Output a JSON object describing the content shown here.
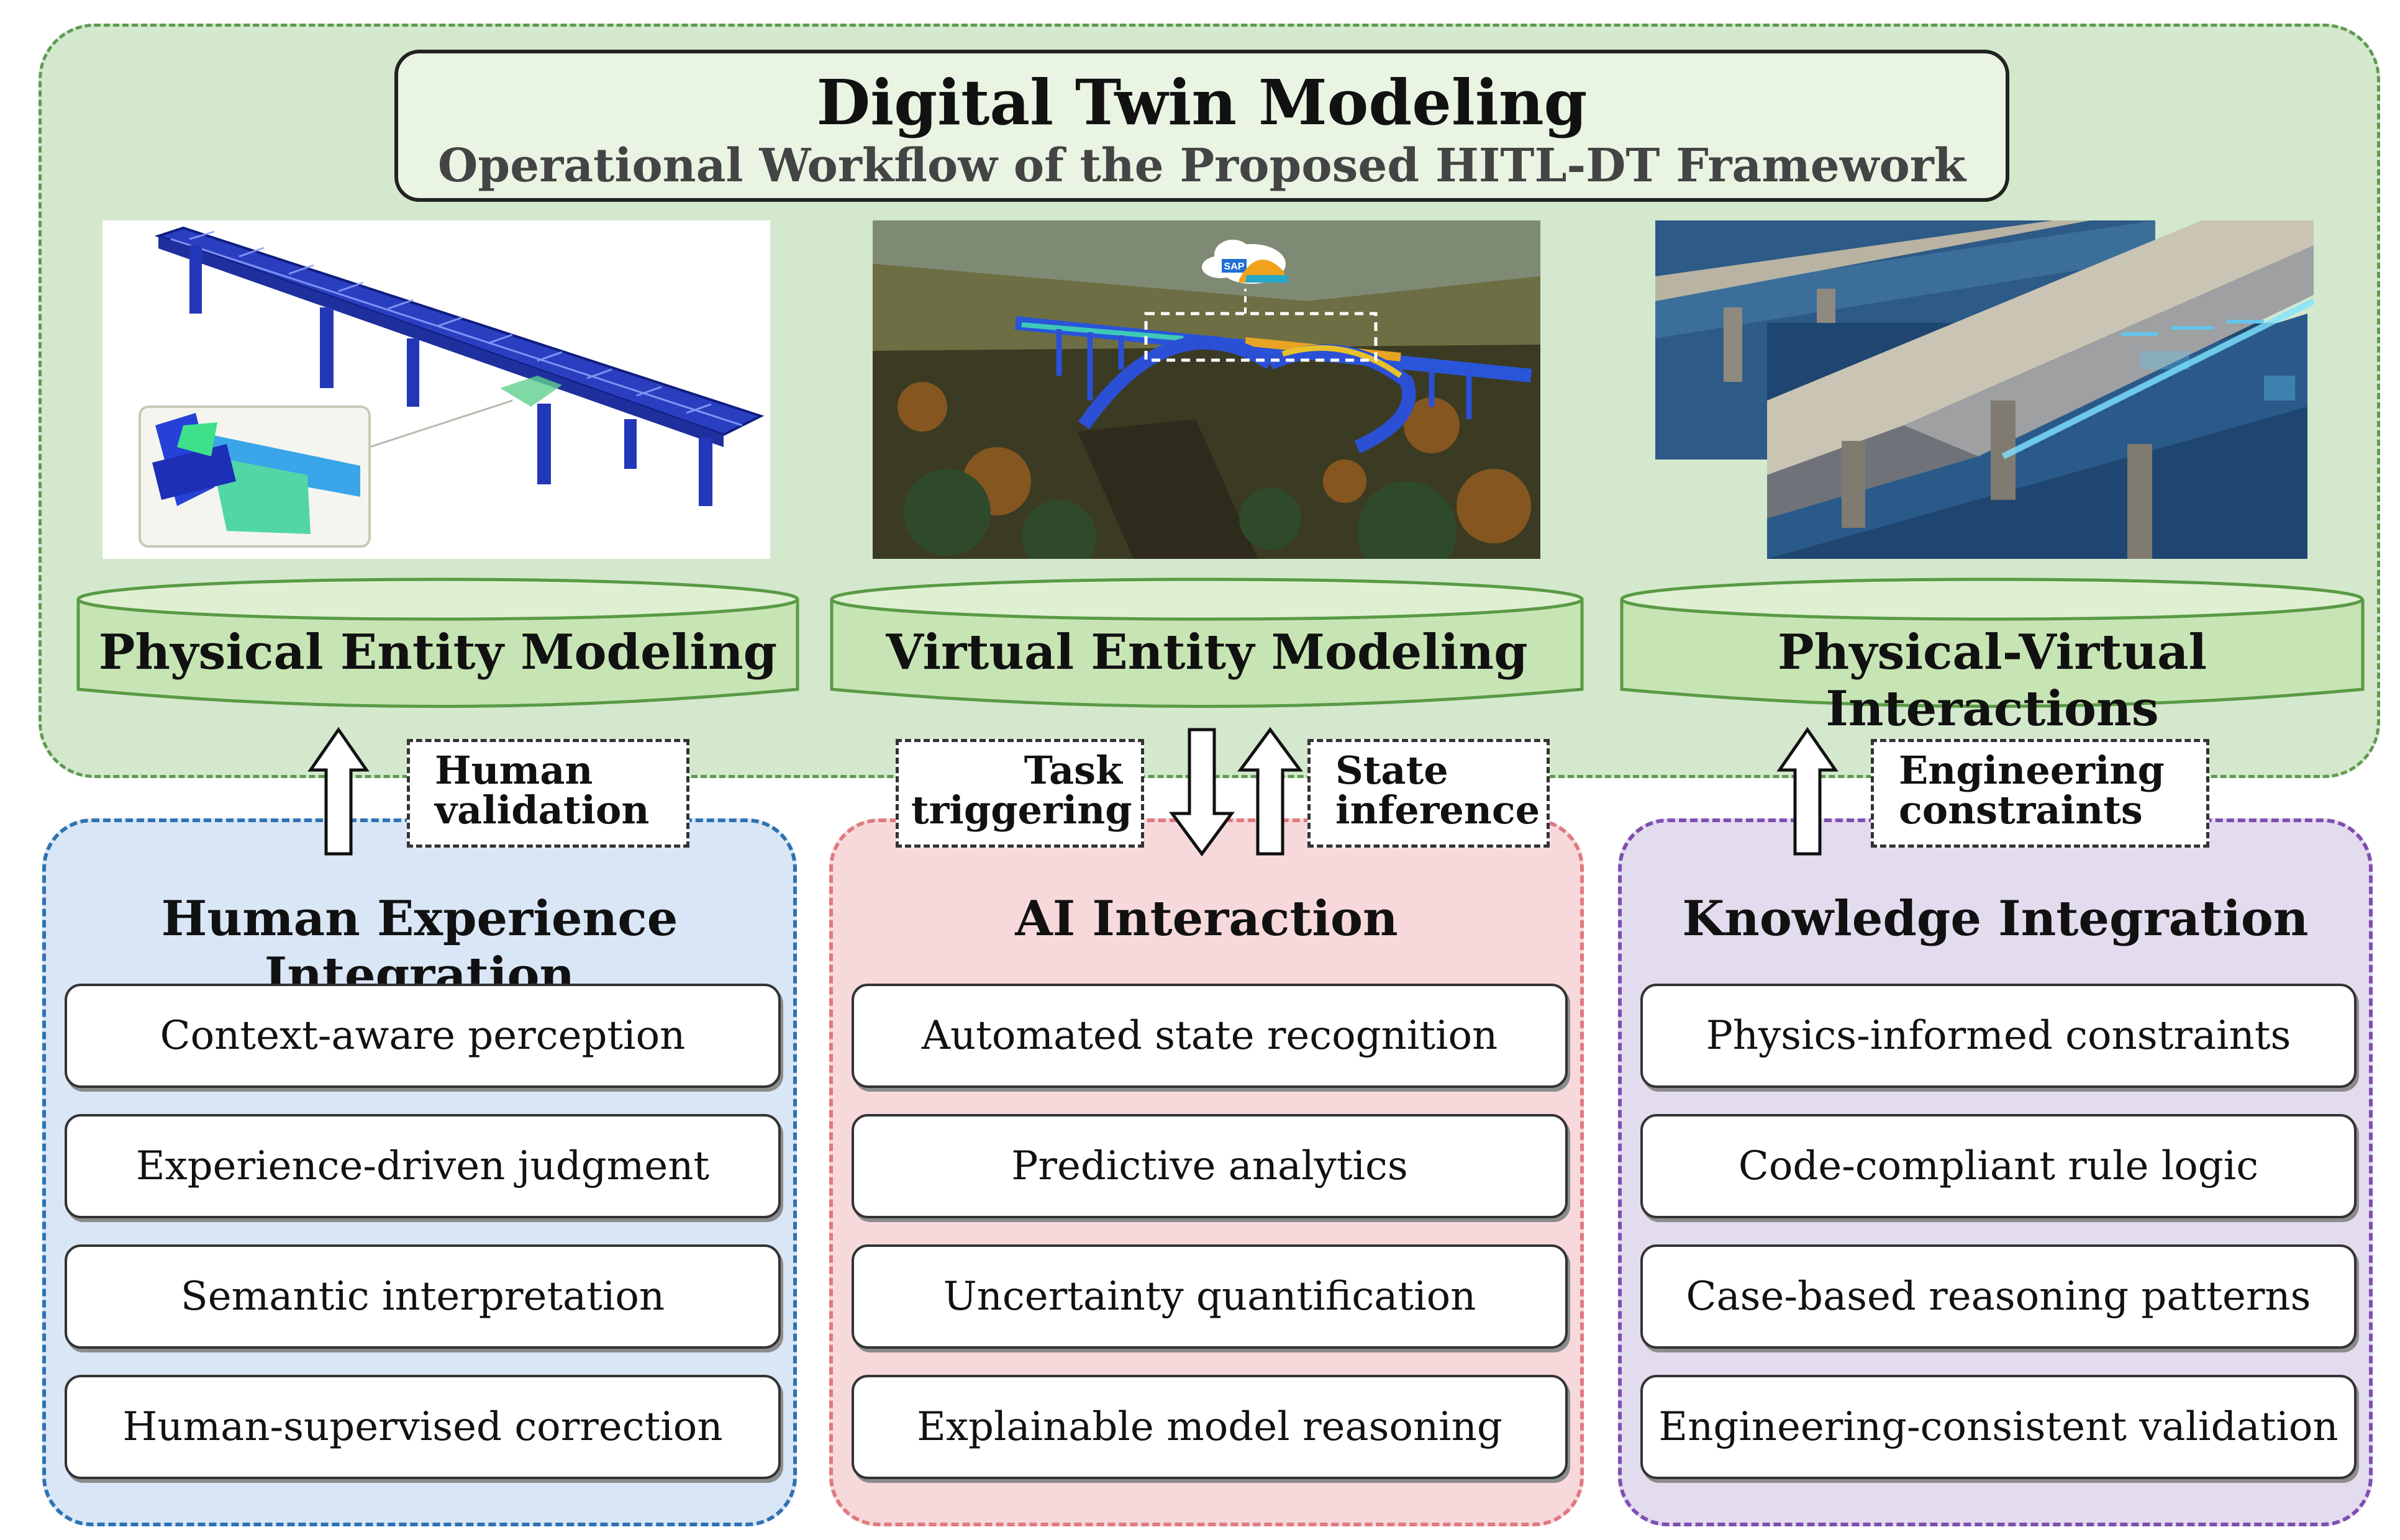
{
  "header": {
    "title": "Digital Twin Modeling",
    "subtitle": "Operational Workflow of the Proposed HITL-DT Framework"
  },
  "images": {
    "virtual_cloud_label": "SAP"
  },
  "modules": [
    {
      "label": "Physical Entity Modeling"
    },
    {
      "label": "Virtual Entity Modeling"
    },
    {
      "label": "Physical-Virtual Interactions"
    }
  ],
  "links": {
    "human_validation": {
      "line1": "Human",
      "line2": "validation"
    },
    "task_triggering": {
      "line1": "Task",
      "line2": "triggering"
    },
    "state_inference": {
      "line1": "State",
      "line2": "inference"
    },
    "engineering_constraints": {
      "line1": "Engineering",
      "line2": "constraints"
    }
  },
  "panels": {
    "human": {
      "title": "Human Experience Integration",
      "items": [
        "Context-aware perception",
        "Experience-driven judgment",
        "Semantic interpretation",
        "Human-supervised correction"
      ]
    },
    "ai": {
      "title": "AI Interaction",
      "items": [
        "Automated state recognition",
        "Predictive analytics",
        "Uncertainty quantification",
        "Explainable model reasoning"
      ]
    },
    "knowledge": {
      "title": "Knowledge Integration",
      "items": [
        "Physics-informed constraints",
        "Code-compliant rule logic",
        "Case-based reasoning patterns",
        "Engineering-consistent validation"
      ]
    }
  },
  "colors": {
    "dt_bg": "#d3e8cd",
    "dt_border": "#5f9a50",
    "cylinder_fill": "#c7e5b4",
    "cylinder_top": "#dff0d2",
    "human_bg": "#d9e6f6",
    "human_border": "#2f72b3",
    "ai_bg": "#f7d9dc",
    "ai_border": "#e07a7e",
    "knowledge_bg": "#e3dbee",
    "knowledge_border": "#7f4fb0"
  }
}
